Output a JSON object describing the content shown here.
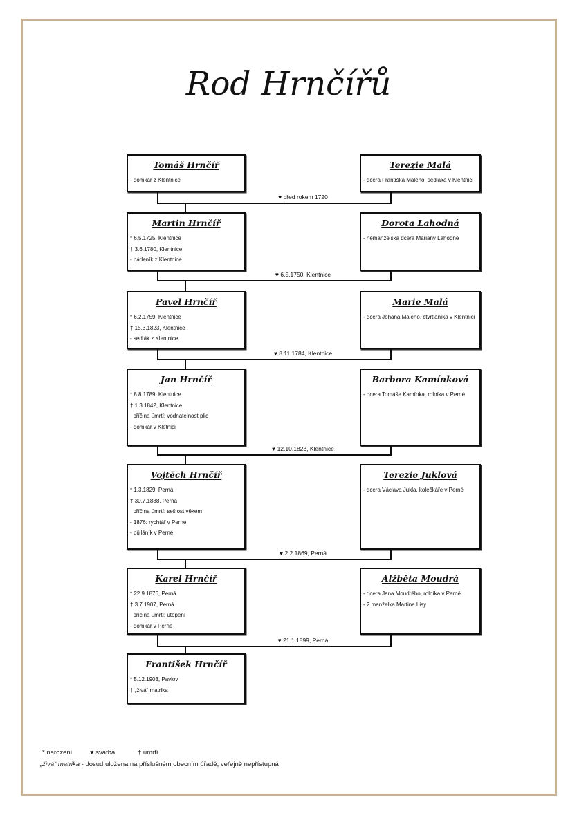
{
  "title": "Rod Hrnčířů",
  "tree": {
    "generations": [
      {
        "husband": {
          "name": "Tomáš Hrnčíř",
          "lines": [
            "- domkář z Klentnice"
          ]
        },
        "wife": {
          "name": "Terezie Malá",
          "lines": [
            "- dcera Františka Malého, sedláka v Klentnici"
          ]
        },
        "marriage_label": "♥ před rokem 1720"
      },
      {
        "husband": {
          "name": "Martin Hrnčíř",
          "lines": [
            "* 6.5.1725, Klentnice",
            "† 3.6.1780, Klentnice",
            "- nádeník z Klentnice"
          ]
        },
        "wife": {
          "name": "Dorota Lahodná",
          "lines": [
            "- nemanželská dcera Mariany Lahodné"
          ]
        },
        "marriage_label": "♥ 6.5.1750, Klentnice"
      },
      {
        "husband": {
          "name": "Pavel Hrnčíř",
          "lines": [
            "* 6.2.1759, Klentnice",
            "† 15.3.1823, Klentnice",
            "- sedlák z Klentnice"
          ]
        },
        "wife": {
          "name": "Marie Malá",
          "lines": [
            "- dcera Johana Malého, čtvrtláníka v Klentnici"
          ]
        },
        "marriage_label": "♥ 8.11.1784, Klentnice"
      },
      {
        "husband": {
          "name": "Jan Hrnčíř",
          "lines": [
            "* 8.8.1789, Klentnice",
            "† 1.3.1842, Klentnice",
            "  příčina úmrtí: vodnatelnost plic",
            "- domkář v Kletnici"
          ]
        },
        "wife": {
          "name": "Barbora Kamínková",
          "lines": [
            "- dcera Tomáše Kamínka, rolníka v Perné"
          ]
        },
        "marriage_label": "♥ 12.10.1823, Klentnice"
      },
      {
        "husband": {
          "name": "Vojtěch Hrnčíř",
          "lines": [
            "* 1.3.1829, Perná",
            "† 30.7.1888, Perná",
            "  příčina úmrtí: sešlost věkem",
            "- 1876: rychtář v Perné",
            "- půlláník v Perné"
          ]
        },
        "wife": {
          "name": "Terezie Juklová",
          "lines": [
            "- dcera Václava Jukla, kolečkáře v Perné"
          ]
        },
        "marriage_label": "♥ 2.2.1869, Perná"
      },
      {
        "husband": {
          "name": "Karel Hrnčíř",
          "lines": [
            "* 22.9.1876, Perná",
            "† 3.7.1907, Perná",
            "  příčina úmrtí: utopení",
            "- domkář v Perné"
          ]
        },
        "wife": {
          "name": "Alžběta Moudrá",
          "lines": [
            "- dcera Jana Moudrého, rolníka v Perné",
            "- 2.manželka Martina Lisy"
          ]
        },
        "marriage_label": "♥ 21.1.1899, Perná"
      },
      {
        "husband": {
          "name": "František Hrnčíř",
          "lines": [
            "* 5.12.1903, Pavlov",
            "† „živá“ matrika"
          ]
        }
      }
    ]
  },
  "legend": {
    "birth": "* narození",
    "wedding": "♥ svatba",
    "death": "† úmrtí",
    "note_italic": "„živá“ matrika",
    "note_rest": " - dosud uložena na příslušném obecním úřadě, veřejně nepřístupná"
  },
  "colors": {
    "page_border": "#c8b295",
    "line": "#0d0d0d",
    "text": "#111111"
  }
}
